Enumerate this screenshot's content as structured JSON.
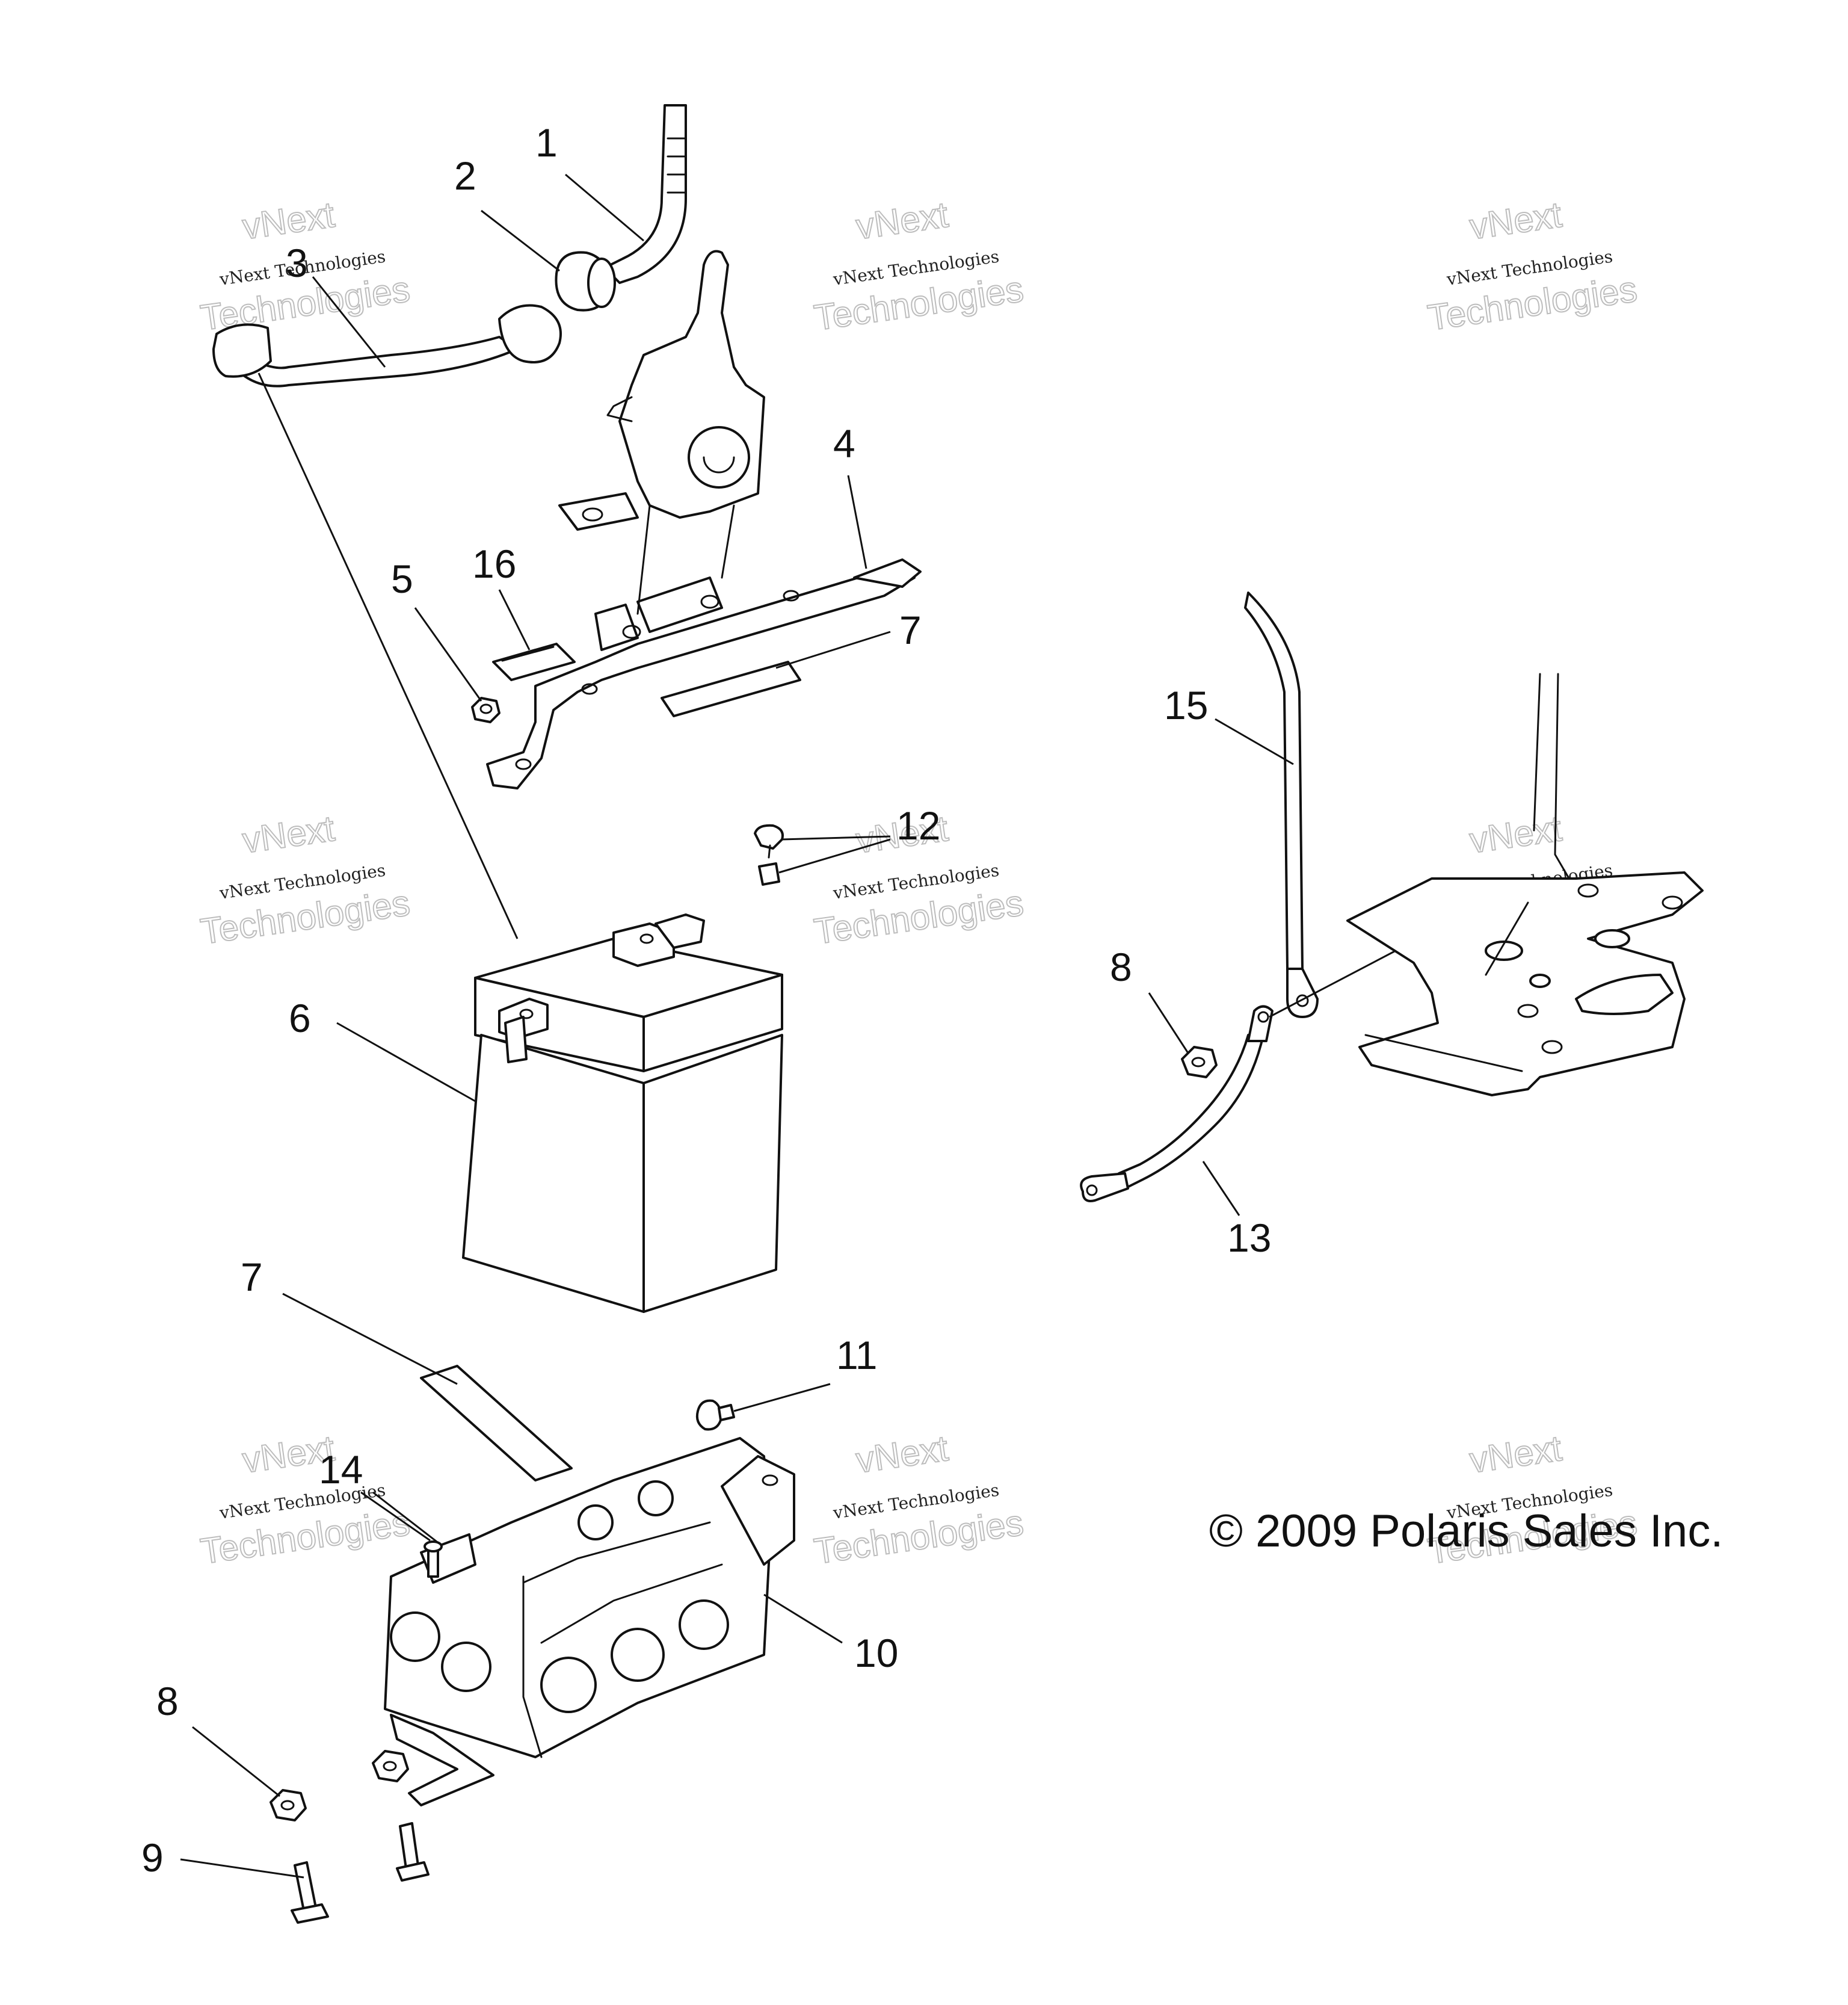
{
  "callouts": [
    {
      "id": "c1",
      "label": "1"
    },
    {
      "id": "c2",
      "label": "2"
    },
    {
      "id": "c3",
      "label": "3"
    },
    {
      "id": "c4",
      "label": "4"
    },
    {
      "id": "c5",
      "label": "5"
    },
    {
      "id": "c16",
      "label": "16"
    },
    {
      "id": "c7a",
      "label": "7"
    },
    {
      "id": "c12",
      "label": "12"
    },
    {
      "id": "c6",
      "label": "6"
    },
    {
      "id": "c7b",
      "label": "7"
    },
    {
      "id": "c11",
      "label": "11"
    },
    {
      "id": "c14",
      "label": "14"
    },
    {
      "id": "c10",
      "label": "10"
    },
    {
      "id": "c8a",
      "label": "8"
    },
    {
      "id": "c9",
      "label": "9"
    },
    {
      "id": "c15",
      "label": "15"
    },
    {
      "id": "c8b",
      "label": "8"
    },
    {
      "id": "c13",
      "label": "13"
    }
  ],
  "copyright": "© 2009 Polaris Sales Inc.",
  "watermark": {
    "brand": "vNext",
    "line": "vNext Technologies",
    "big": "Technologies"
  },
  "colors": {
    "ink": "#111111",
    "watermark_outline": "#bdbdbd"
  }
}
